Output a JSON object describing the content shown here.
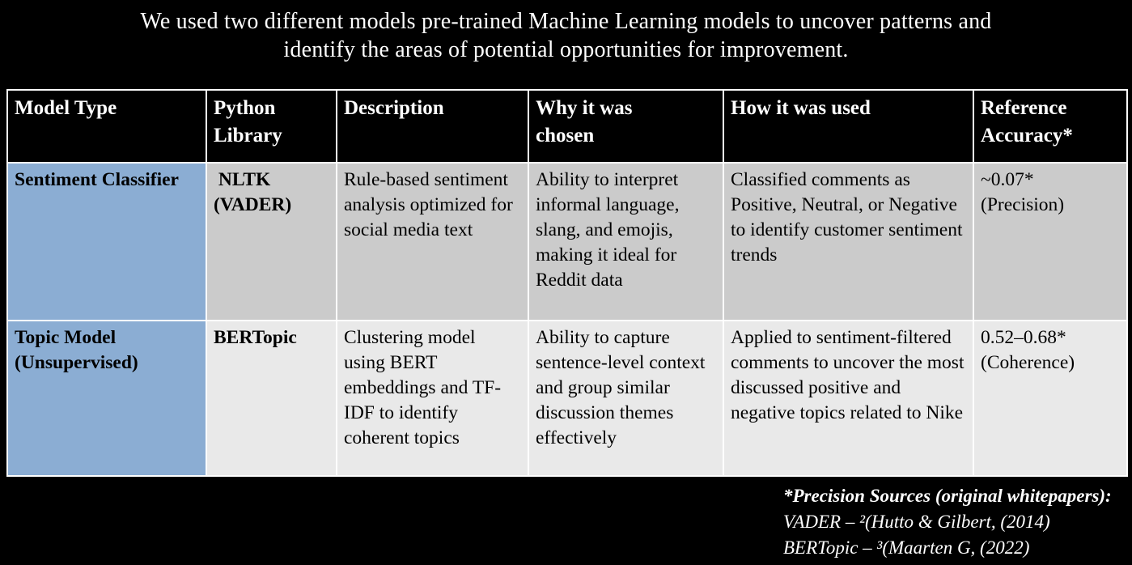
{
  "colors": {
    "background": "#000000",
    "header_bg": "#000000",
    "header_text": "#ffffff",
    "model_col_bg": "#8badd3",
    "row1_bg": "#cbcbcb",
    "row2_bg": "#e9e9e9",
    "border": "#ffffff",
    "body_text": "#000000",
    "title_text": "#ffffff",
    "footnote_text": "#ffffff"
  },
  "title": {
    "line1": "We used two different models pre-trained Machine Learning models to uncover patterns and",
    "line2": "identify the areas of potential opportunities for improvement."
  },
  "table": {
    "headers": [
      "Model Type",
      "Python Library",
      "Description",
      "Why it was chosen",
      "How it was used",
      "Reference Accuracy*"
    ],
    "rows": [
      {
        "model_type": "Sentiment Classifier",
        "python_library": " NLTK (VADER)",
        "description": "Rule-based sentiment analysis optimized for social media text",
        "why_chosen": "Ability to interpret informal language, slang, and emojis, making it ideal for Reddit data",
        "how_used": "Classified comments as Positive, Neutral, or Negative to identify customer sentiment trends",
        "reference_accuracy": "~0.07* (Precision)"
      },
      {
        "model_type": "Topic Model (Unsupervised)",
        "python_library": "BERTopic",
        "description": "Clustering model using BERT embeddings and TF-IDF to identify coherent topics",
        "why_chosen": "Ability to capture sentence-level context and group similar discussion themes effectively",
        "how_used": "Applied to sentiment-filtered comments to uncover the most discussed positive and negative topics related to Nike",
        "reference_accuracy": "0.52–0.68* (Coherence)"
      }
    ]
  },
  "footnote": {
    "line1": "*Precision Sources (original whitepapers):",
    "line2": "VADER – ²(Hutto & Gilbert, (2014)",
    "line3": "BERTopic – ³(Maarten G, (2022)"
  }
}
